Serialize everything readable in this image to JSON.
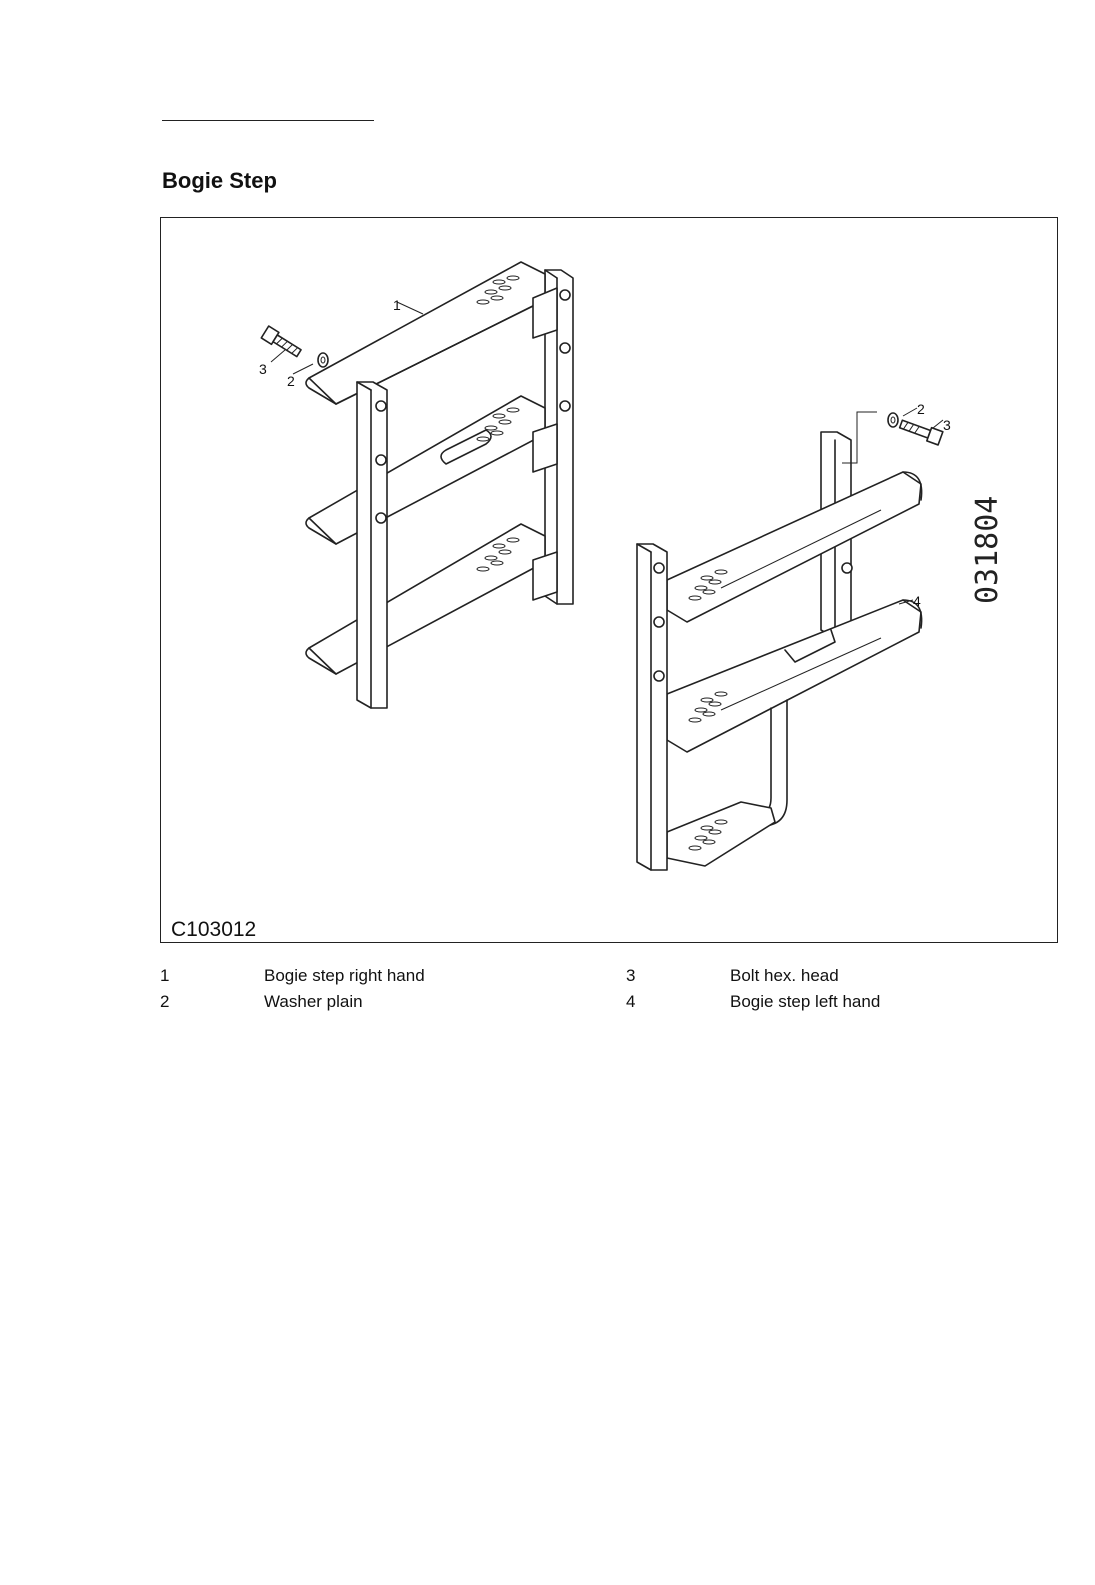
{
  "page": {
    "title": "Bogie Step",
    "figure_code": "C103012",
    "stamp": "031804"
  },
  "callouts": [
    "1",
    "2",
    "3",
    "2",
    "3",
    "4"
  ],
  "legend": [
    {
      "num": "1",
      "text": "Bogie step right hand"
    },
    {
      "num": "2",
      "text": "Washer plain"
    },
    {
      "num": "3",
      "text": "Bolt hex. head"
    },
    {
      "num": "4",
      "text": "Bogie step left hand"
    }
  ]
}
